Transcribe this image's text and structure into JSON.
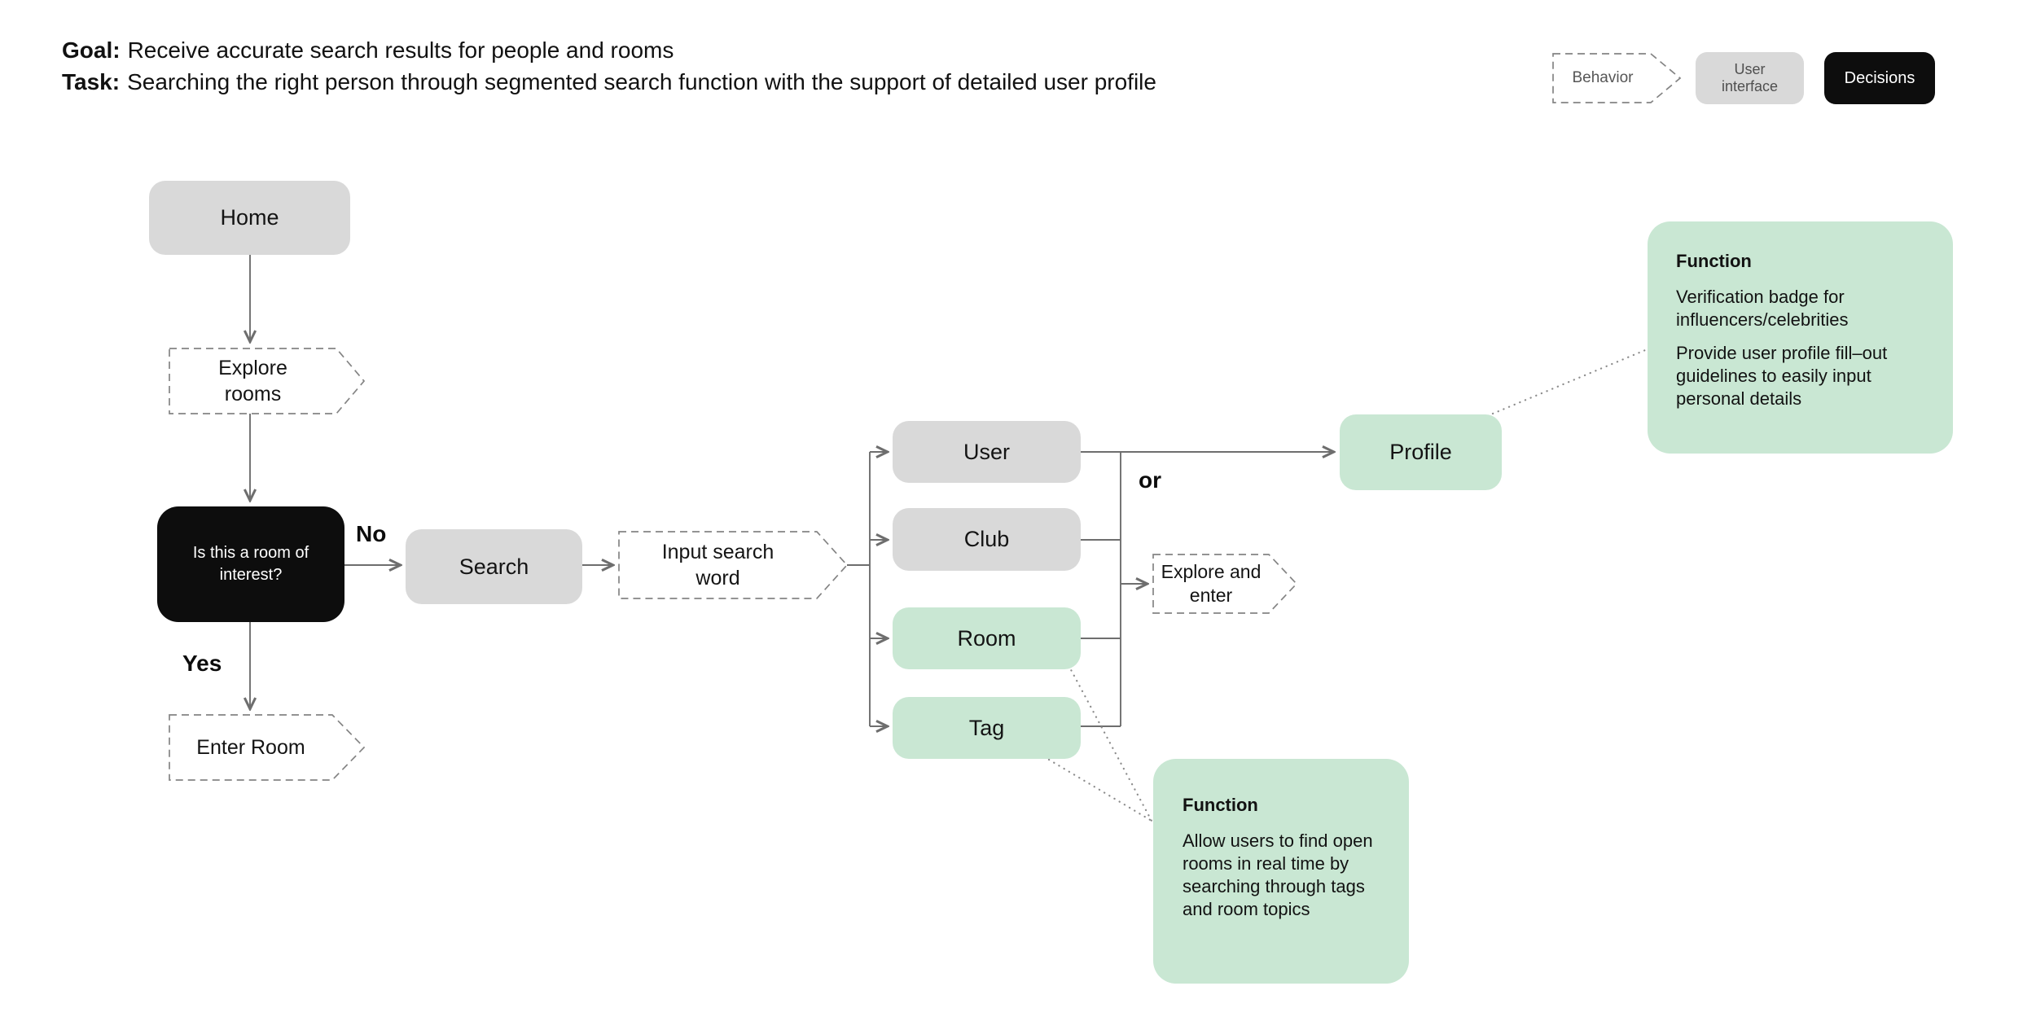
{
  "header": {
    "goal_label": "Goal:",
    "goal_text": "Receive accurate search results for people and rooms",
    "task_label": "Task:",
    "task_text": "Searching the right person through segmented search function with the support of detailed user profile"
  },
  "legend": {
    "behavior": "Behavior",
    "user_interface": "User interface",
    "decisions": "Decisions"
  },
  "flow": {
    "home": "Home",
    "explore_rooms": "Explore rooms",
    "decision": "Is this a room of interest?",
    "no": "No",
    "yes": "Yes",
    "enter_room": "Enter Room",
    "search": "Search",
    "input_search_word": "Input search word",
    "categories": [
      "User",
      "Club",
      "Room",
      "Tag"
    ],
    "or": "or",
    "profile": "Profile",
    "explore_and_enter": "Explore and enter"
  },
  "annotations": {
    "profile_function": {
      "title": "Function",
      "items": [
        "Verification badge for influencers/celebrities",
        "Provide user profile fill–out guidelines to easily input personal details"
      ]
    },
    "rooms_function": {
      "title": "Function",
      "items": [
        "Allow users to find open rooms in real time by searching through tags and room topics"
      ]
    }
  },
  "colors": {
    "ui_gray": "#d9d9d9",
    "accent_green": "#c9e7d3",
    "decision_black": "#0d0d0d",
    "connector_gray": "#6e6e6e",
    "dashed_outline_gray": "#848484"
  }
}
